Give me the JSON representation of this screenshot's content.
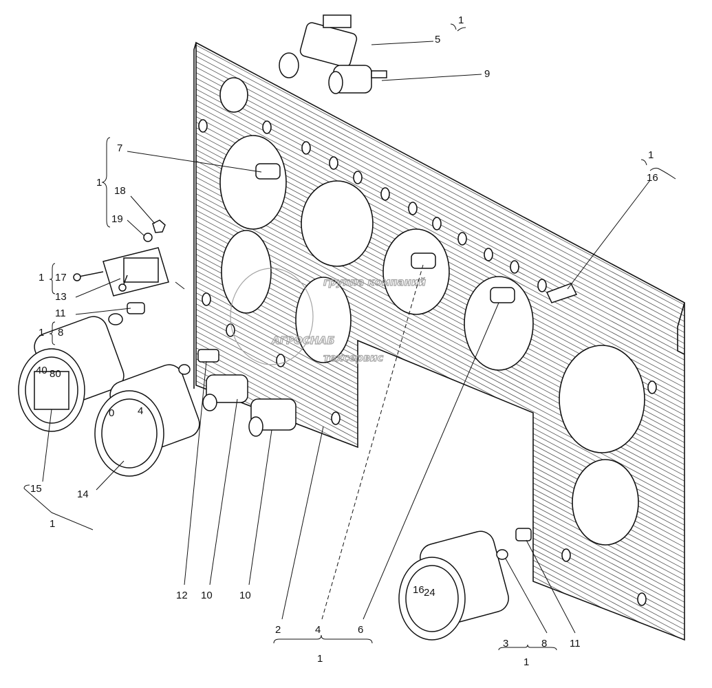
{
  "diagram": {
    "labels": {
      "top_group": "1",
      "part_5": "5",
      "part_9": "9",
      "part_7": "7",
      "group_7_19": "1",
      "part_18": "18",
      "part_19": "19",
      "group_17": "1",
      "part_17": "17",
      "part_13": "13",
      "part_11_left": "11",
      "group_8": "1",
      "part_8_left": "8",
      "group_16": "1",
      "part_16": "16",
      "part_15": "15",
      "part_14": "14",
      "group_15_14": "1",
      "part_12": "12",
      "part_10_a": "10",
      "part_10_b": "10",
      "part_2": "2",
      "part_4": "4",
      "part_6": "6",
      "group_2_4_6": "1",
      "part_3": "3",
      "part_8_right": "8",
      "part_11_right": "11",
      "group_3_8": "1"
    },
    "gauge_scales": {
      "gauge_15": [
        "40",
        "80"
      ],
      "gauge_14": [
        "0",
        "4"
      ],
      "gauge_3": [
        "16",
        "24"
      ]
    }
  },
  "watermark": {
    "line1": "группа компаний",
    "line2": "АГРОСНАБ",
    "line3": "техсервис"
  },
  "colors": {
    "line": "#111111",
    "watermark": "#9a9a9a"
  }
}
